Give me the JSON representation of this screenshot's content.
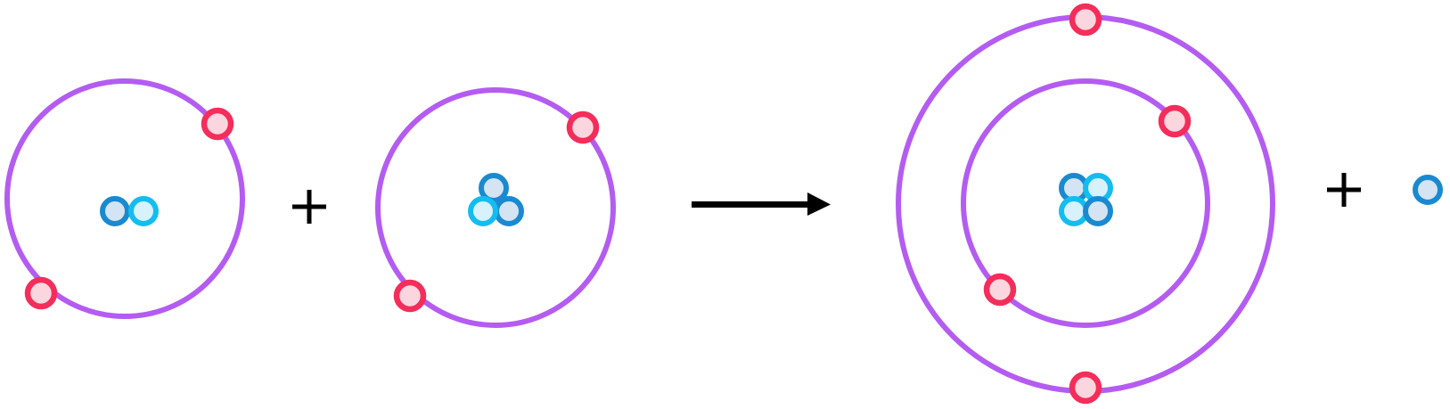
{
  "colors": {
    "orbit": "#b45cf2",
    "electron_stroke": "#f52d5a",
    "electron_fill": "#fcd6de",
    "particle_dark_stroke": "#1a8ad0",
    "particle_dark_fill": "#d5e4f2",
    "particle_light_stroke": "#14bdf0",
    "particle_light_fill": "#d7f2fc",
    "symbol": "#000000"
  },
  "diagram": {
    "reactant_1": {
      "shells": [
        {
          "electrons": 2
        }
      ],
      "nucleus": {
        "protons": 1,
        "neutrons": 1
      }
    },
    "reactant_2": {
      "shells": [
        {
          "electrons": 2
        }
      ],
      "nucleus": {
        "protons": 1,
        "neutrons": 2
      }
    },
    "product_1": {
      "shells": [
        {
          "electrons": 2
        },
        {
          "electrons": 2
        }
      ],
      "nucleus": {
        "protons": 2,
        "neutrons": 2
      }
    },
    "product_2": {
      "particle": "neutron"
    },
    "operators": {
      "plus": "+",
      "arrow": "→"
    }
  }
}
